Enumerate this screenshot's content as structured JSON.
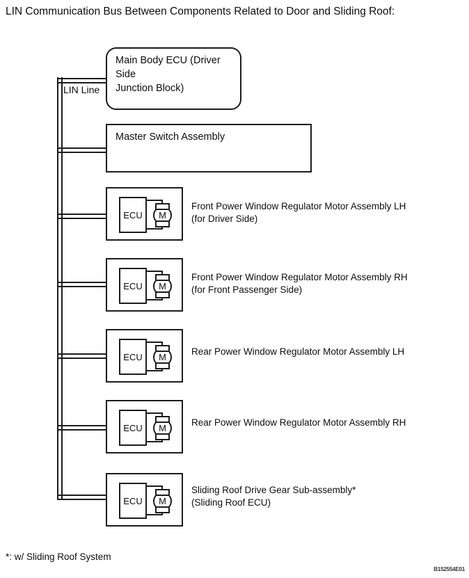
{
  "title": "LIN Communication Bus Between Components Related to Door and Sliding Roof:",
  "bus": {
    "label": "LIN Line"
  },
  "nodes": [
    {
      "id": "main-body-ecu",
      "label_lines": [
        "Main Body ECU (Driver Side",
        "Junction Block)"
      ]
    },
    {
      "id": "master-switch",
      "label_lines": [
        "Master Switch Assembly"
      ]
    }
  ],
  "motor_nodes": [
    {
      "ecu_label": "ECU",
      "motor_label": "M",
      "label_lines": [
        "Front Power Window Regulator Motor Assembly LH",
        "(for Driver Side)"
      ]
    },
    {
      "ecu_label": "ECU",
      "motor_label": "M",
      "label_lines": [
        "Front Power Window Regulator Motor Assembly RH",
        "(for Front Passenger Side)"
      ]
    },
    {
      "ecu_label": "ECU",
      "motor_label": "M",
      "label_lines": [
        "Rear Power Window Regulator Motor Assembly LH"
      ]
    },
    {
      "ecu_label": "ECU",
      "motor_label": "M",
      "label_lines": [
        "Rear Power Window Regulator Motor Assembly RH"
      ]
    },
    {
      "ecu_label": "ECU",
      "motor_label": "M",
      "label_lines": [
        "Sliding Roof Drive Gear Sub-assembly*",
        "(Sliding Roof ECU)"
      ]
    }
  ],
  "footnote": "*: w/ Sliding Roof System",
  "figure_code": "B152554E01"
}
